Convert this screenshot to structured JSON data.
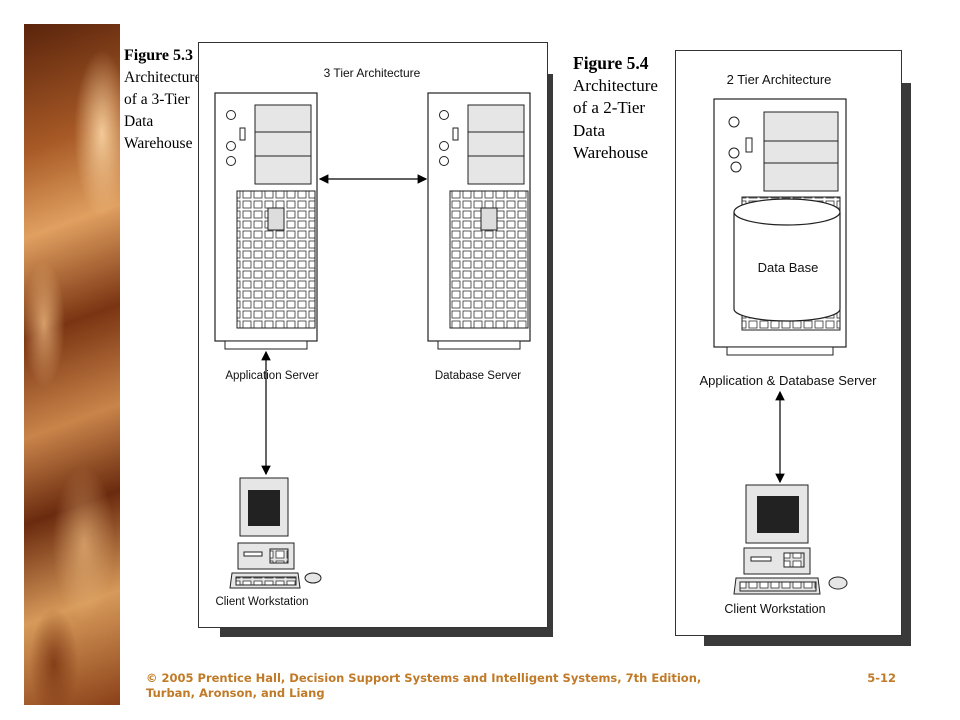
{
  "figure_53": {
    "number": "Figure 5.3",
    "caption_lines": [
      "Architecture",
      "of a 3-Tier",
      "Data",
      "Warehouse"
    ],
    "title": "3 Tier Architecture",
    "labels": {
      "application_server": "Application Server",
      "database_server": "Database Server",
      "client_workstation": "Client Workstation"
    }
  },
  "figure_54": {
    "number": "Figure 5.4",
    "caption_lines": [
      "Architecture",
      "of a 2-Tier",
      "Data",
      "Warehouse"
    ],
    "title": "2 Tier Architecture",
    "labels": {
      "database": "Data Base",
      "app_db_server": "Application & Database Server",
      "client_workstation": "Client Workstation"
    }
  },
  "footer": {
    "copyright_line1": "© 2005  Prentice Hall, Decision Support Systems and Intelligent Systems, 7th Edition,",
    "copyright_line2": "Turban, Aronson, and Liang",
    "page_number": "5-12"
  },
  "colors": {
    "footer_text": "#c07a28",
    "frame_shadow": "#3a3a3a",
    "equipment_fill": "#e6e6e6",
    "screen_fill": "#222222"
  }
}
